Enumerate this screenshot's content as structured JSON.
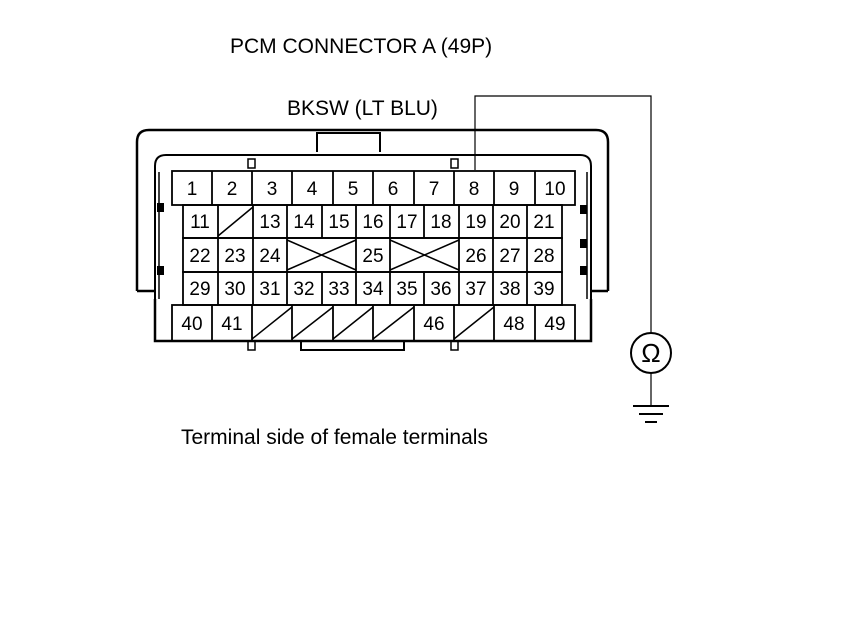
{
  "title": "PCM CONNECTOR A (49P)",
  "wire_label": "BKSW (LT BLU)",
  "caption": "Terminal side of female terminals",
  "meter_symbol": "Ω",
  "meter_icon": "ohmmeter-icon",
  "ground_icon": "ground-icon",
  "connector": {
    "rows": [
      [
        "1",
        "2",
        "3",
        "4",
        "5",
        "6",
        "7",
        "8",
        "9",
        "10"
      ],
      [
        "11",
        "",
        "13",
        "14",
        "15",
        "16",
        "17",
        "18",
        "19",
        "20",
        "21"
      ],
      [
        "22",
        "23",
        "24",
        "",
        "25",
        "",
        "26",
        "27",
        "28"
      ],
      [
        "29",
        "30",
        "31",
        "32",
        "33",
        "34",
        "35",
        "36",
        "37",
        "38",
        "39"
      ],
      [
        "40",
        "41",
        "",
        "",
        "",
        "",
        "46",
        "",
        "48",
        "49"
      ]
    ],
    "probed_terminal": "8"
  }
}
